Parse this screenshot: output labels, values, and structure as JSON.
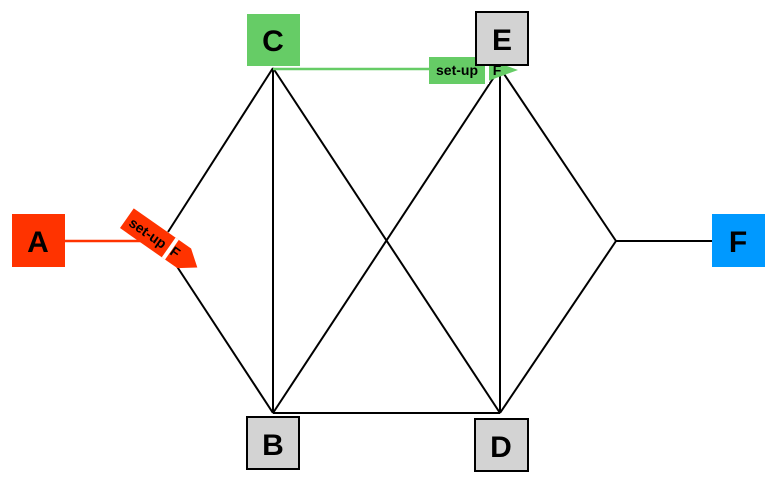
{
  "nodes": {
    "A": {
      "label": "A",
      "fill": "#ff3300",
      "stroke": "#ff3300"
    },
    "B": {
      "label": "B",
      "fill": "#d3d3d3",
      "stroke": "#000000"
    },
    "C": {
      "label": "C",
      "fill": "#66cc66",
      "stroke": "#66cc66"
    },
    "D": {
      "label": "D",
      "fill": "#d3d3d3",
      "stroke": "#000000"
    },
    "E": {
      "label": "E",
      "fill": "#d3d3d3",
      "stroke": "#000000"
    },
    "F": {
      "label": "F",
      "fill": "#0099ff",
      "stroke": "#0099ff"
    }
  },
  "tags": {
    "a": {
      "text": "set-up",
      "target": "F",
      "color": "#ff3300"
    },
    "c": {
      "text": "set-up",
      "target": "F",
      "color": "#66cc66"
    }
  },
  "colors": {
    "edge": "#000000",
    "background": "#ffffff"
  }
}
